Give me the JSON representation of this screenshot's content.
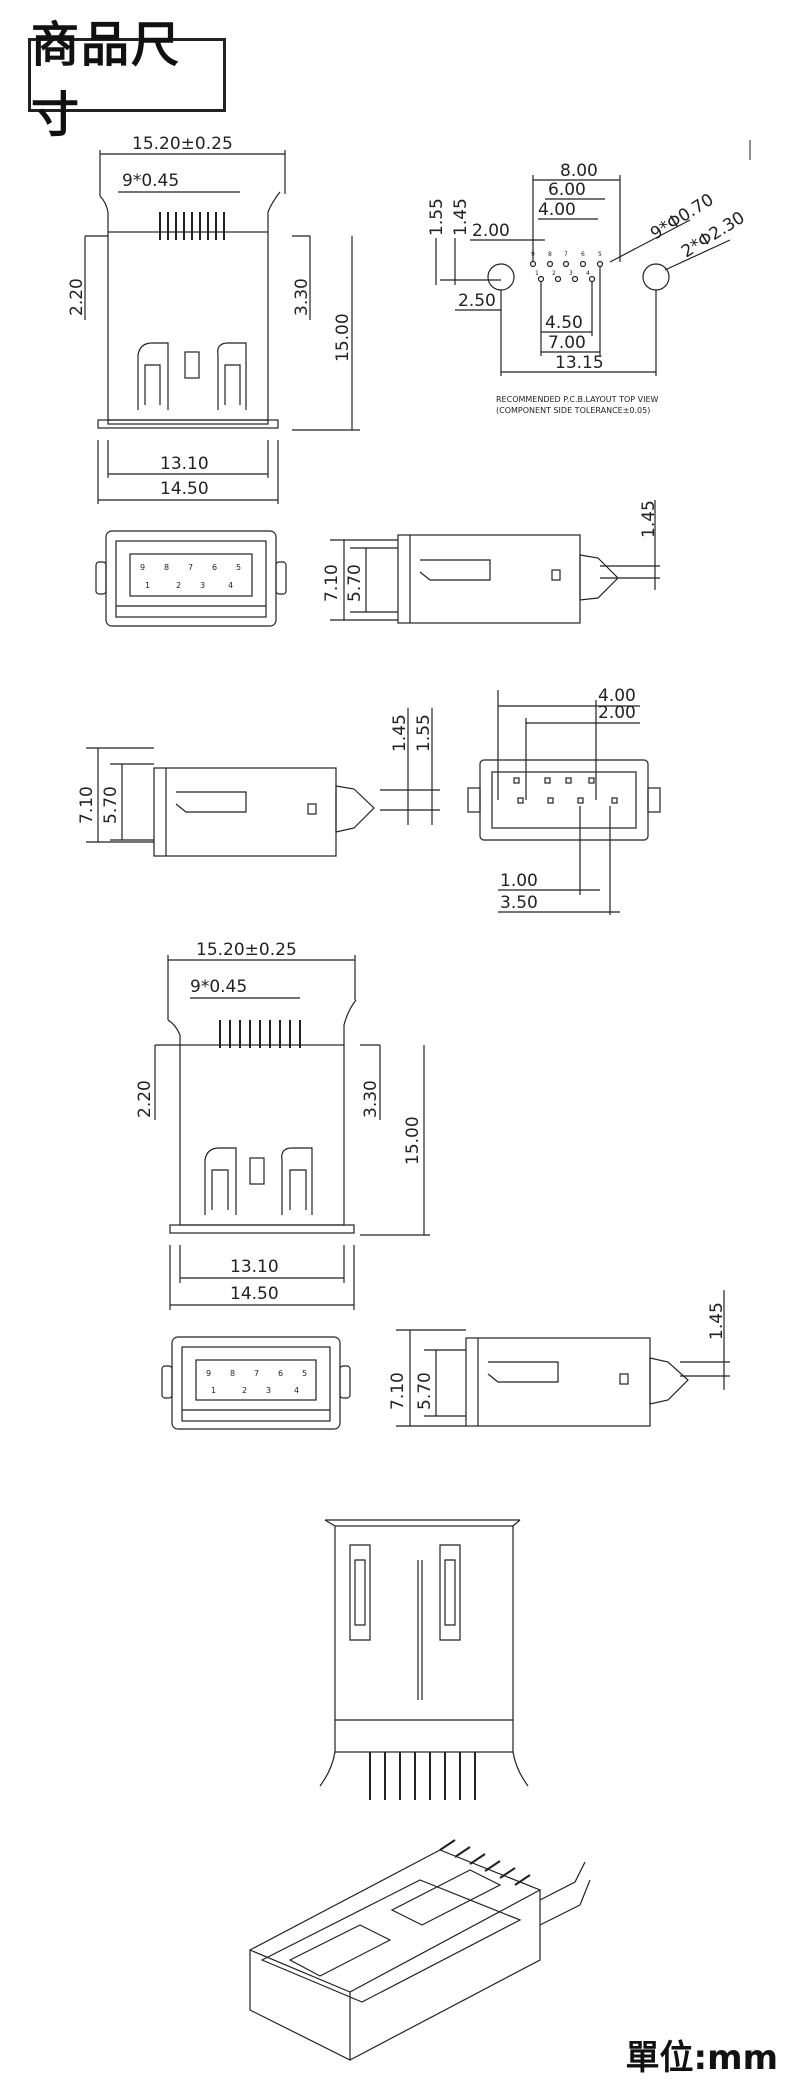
{
  "header": {
    "title": "商品尺寸"
  },
  "footer": {
    "unit_label": "單位:mm"
  },
  "view1": {
    "overall_width": "15.20±0.25",
    "pin_pitch": "9*0.45",
    "left_height": "2.20",
    "right_offset": "3.30",
    "body_height": "15.00",
    "inner_width": "13.10",
    "outer_width": "14.50"
  },
  "pcb_layout": {
    "dim_8": "8.00",
    "dim_6": "6.00",
    "dim_4": "4.00",
    "dim_2": "2.00",
    "dim_155": "1.55",
    "dim_145": "1.45",
    "dim_250": "2.50",
    "dim_450": "4.50",
    "dim_700": "7.00",
    "dim_1315": "13.15",
    "pin_holes": "9*Φ0.70",
    "mount_holes": "2*Φ2.30",
    "note_line1": "RECOMMENDED P.C.B.LAYOUT TOP VIEW",
    "note_line2": "(COMPONENT SIDE TOLERANCE±0.05)",
    "top_pins": [
      "9",
      "8",
      "7",
      "6",
      "5"
    ],
    "bottom_pins": [
      "1",
      "2",
      "3",
      "4"
    ]
  },
  "front_view1": {
    "top_pins": [
      "9",
      "8",
      "7",
      "6",
      "5"
    ],
    "bottom_pins": [
      "1",
      "2",
      "3",
      "4"
    ]
  },
  "side_view1": {
    "h_outer": "7.10",
    "h_inner": "5.70",
    "pin_offset": "1.45"
  },
  "side_view2": {
    "h_outer": "7.10",
    "h_inner": "5.70",
    "dim_145": "1.45",
    "dim_155": "1.55"
  },
  "end_view": {
    "dim_400": "4.00",
    "dim_200": "2.00",
    "dim_100": "1.00",
    "dim_350": "3.50"
  },
  "view2": {
    "overall_width": "15.20±0.25",
    "pin_pitch": "9*0.45",
    "left_height": "2.20",
    "right_offset": "3.30",
    "body_height": "15.00",
    "inner_width": "13.10",
    "outer_width": "14.50"
  },
  "front_view2": {
    "top_pins": [
      "9",
      "8",
      "7",
      "6",
      "5"
    ],
    "bottom_pins": [
      "1",
      "2",
      "3",
      "4"
    ]
  },
  "side_view3": {
    "h_outer": "7.10",
    "h_inner": "5.70",
    "pin_offset": "1.45"
  }
}
